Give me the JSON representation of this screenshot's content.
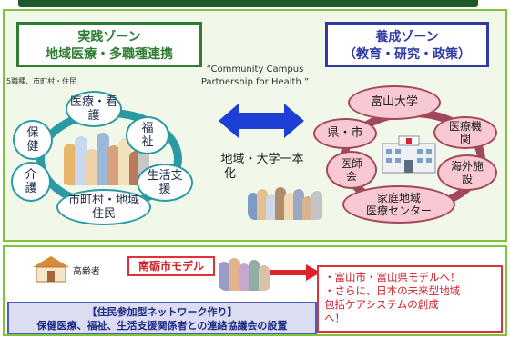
{
  "practice_zone": {
    "title_line1": "実践ゾーン",
    "title_line2": "地域医療・多職種連携"
  },
  "training_zone": {
    "title_line1": "養成ゾーン",
    "title_line2": "（教育・研究・政策）"
  },
  "slogan": "“Community Campus Partnership for Health ”",
  "practice_note": "5職種、市町村・住民",
  "practice_ring": {
    "items": [
      [
        "医療・看",
        "護"
      ],
      [
        "福",
        "祉"
      ],
      [
        "生活支",
        "援"
      ],
      [
        "市町村・地域",
        "住民"
      ],
      [
        "介",
        "護"
      ],
      [
        "保",
        "健"
      ]
    ]
  },
  "training_ring": {
    "items": [
      [
        "富山大学"
      ],
      [
        "医療機",
        "関"
      ],
      [
        "海外施",
        "設"
      ],
      [
        "家庭地域",
        "医療センター"
      ],
      [
        "医師",
        "会"
      ],
      [
        "県・市"
      ]
    ]
  },
  "center_caption_line1": "地域・大学一本",
  "center_caption_line2": "化",
  "model": {
    "title": "南砺市モデル",
    "elderly_label": "高齢者",
    "network_title": "【住民参加型ネットワーク作り】",
    "network_desc": "保健医療、福祉、生活支援関係者との連絡協議会の設置"
  },
  "goal": {
    "line1": "・富山市・富山県モデルへ！",
    "line2": "・さらに、日本の未来型地域",
    "line3": "包括ケアシステムの創成",
    "line4": "へ！"
  },
  "colors": {
    "practice_green": "#2e7d32",
    "training_blue": "#2f3aa6",
    "ring_teal": "#2a9aa3",
    "ring_red": "#a3485b",
    "bubble_pink": "#f8c8d3",
    "arrow_blue": "#1e3fd6",
    "arrow_red": "#e0202a",
    "panel_border": "#7fc23b"
  },
  "icons": [
    "double-arrow-icon",
    "red-arrow-icon",
    "house-icon",
    "hospital-icon"
  ]
}
